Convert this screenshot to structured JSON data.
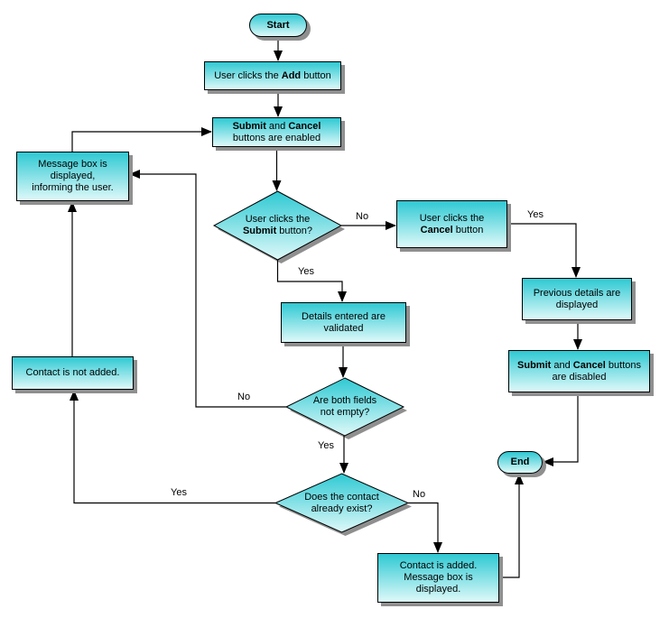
{
  "nodes": {
    "start": {
      "segments": [
        {
          "t": "Start",
          "b": true
        }
      ]
    },
    "add": {
      "segments": [
        {
          "t": "User clicks the "
        },
        {
          "t": "Add",
          "b": true
        },
        {
          "t": " button"
        }
      ]
    },
    "enabled": {
      "segments": [
        {
          "t": "Submit",
          "b": true
        },
        {
          "t": " and "
        },
        {
          "t": "Cancel",
          "b": true
        },
        {
          "br": true
        },
        {
          "t": "buttons are enabled"
        }
      ]
    },
    "submit_q": {
      "segments": [
        {
          "t": "User clicks the"
        },
        {
          "br": true
        },
        {
          "t": "Submit",
          "b": true
        },
        {
          "t": " button?"
        }
      ]
    },
    "cancel": {
      "segments": [
        {
          "t": "User clicks the"
        },
        {
          "br": true
        },
        {
          "t": "Cancel",
          "b": true
        },
        {
          "t": " button"
        }
      ]
    },
    "previous": {
      "segments": [
        {
          "t": "Previous details are"
        },
        {
          "br": true
        },
        {
          "t": "displayed"
        }
      ]
    },
    "disabled": {
      "segments": [
        {
          "t": "Submit",
          "b": true
        },
        {
          "t": " and "
        },
        {
          "t": "Cancel",
          "b": true
        },
        {
          "t": " buttons"
        },
        {
          "br": true
        },
        {
          "t": "are disabled"
        }
      ]
    },
    "end": {
      "segments": [
        {
          "t": "End",
          "b": true
        }
      ]
    },
    "validated": {
      "segments": [
        {
          "t": "Details entered are"
        },
        {
          "br": true
        },
        {
          "t": "validated"
        }
      ]
    },
    "fields_q": {
      "segments": [
        {
          "t": "Are both fields"
        },
        {
          "br": true
        },
        {
          "t": "not empty?"
        }
      ]
    },
    "exists_q": {
      "segments": [
        {
          "t": "Does the contact"
        },
        {
          "br": true
        },
        {
          "t": "already exist?"
        }
      ]
    },
    "added": {
      "segments": [
        {
          "t": "Contact is added."
        },
        {
          "br": true
        },
        {
          "t": "Message box is"
        },
        {
          "br": true
        },
        {
          "t": "displayed."
        }
      ]
    },
    "message": {
      "segments": [
        {
          "t": "Message box is"
        },
        {
          "br": true
        },
        {
          "t": "displayed,"
        },
        {
          "br": true
        },
        {
          "t": "informing the user."
        }
      ]
    },
    "not_added": {
      "segments": [
        {
          "t": "Contact is not added."
        }
      ]
    }
  },
  "labels": {
    "d1_no": "No",
    "d1_yes": "Yes",
    "cancel_yes": "Yes",
    "d2_no": "No",
    "d2_yes": "Yes",
    "d3_yes": "Yes",
    "d3_no": "No"
  },
  "colors": {
    "shape_top": "#2fc9d3",
    "shape_bottom": "#dff9f9",
    "shadow": "#8f8f8f",
    "line": "#000000"
  }
}
